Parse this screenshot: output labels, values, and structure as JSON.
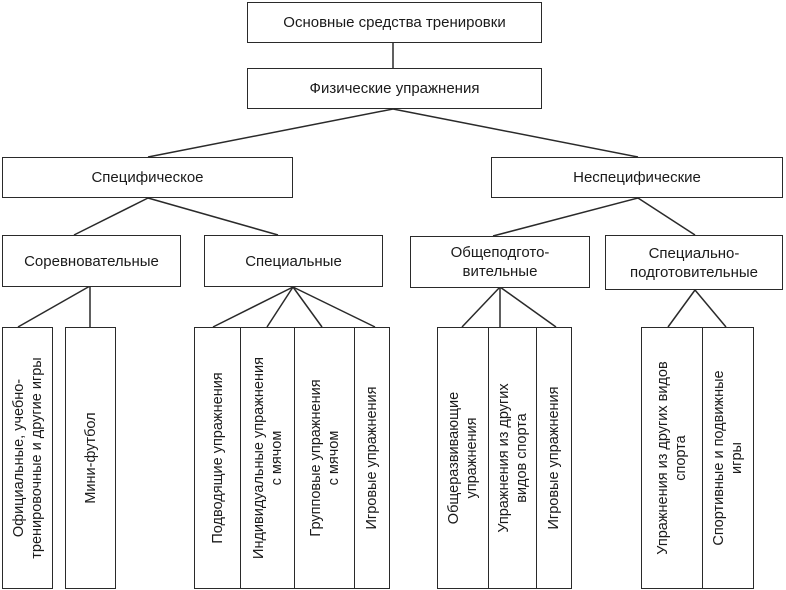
{
  "root": {
    "label": "Основные средства тренировки"
  },
  "level1": {
    "label": "Физические упражнения"
  },
  "level2": [
    {
      "label": "Специфическое"
    },
    {
      "label": "Неспецифические"
    }
  ],
  "level3": [
    {
      "label": "Соревновательные",
      "parent": "Специфическое"
    },
    {
      "label": "Специальные",
      "parent": "Специфическое"
    },
    {
      "label": "Общеподгото-\nвительные",
      "parent": "Неспецифические"
    },
    {
      "label": "Специально-\nподготовительные",
      "parent": "Неспецифические"
    }
  ],
  "leaves": [
    {
      "label": "Официальные, учебно-\nтренировочные и другие игры",
      "parent": "Соревновательные"
    },
    {
      "label": "Мини-футбол",
      "parent": "Соревновательные"
    },
    {
      "label": "Подводящие упражнения",
      "parent": "Специальные"
    },
    {
      "label": "Индивидуальные упражнения\nс мячом",
      "parent": "Специальные"
    },
    {
      "label": "Групповые упражнения\nс мячом",
      "parent": "Специальные"
    },
    {
      "label": "Игровые упражнения",
      "parent": "Специальные"
    },
    {
      "label": "Общеразвивающие\nупражнения",
      "parent": "Общеподготовительные"
    },
    {
      "label": "Упражнения из других\nвидов спорта",
      "parent": "Общеподготовительные"
    },
    {
      "label": "Игровые упражнения",
      "parent": "Общеподготовительные"
    },
    {
      "label": "Упражнения из других видов\nспорта",
      "parent": "Специально-подготовительные"
    },
    {
      "label": "Спортивные и подвижные\nигры",
      "parent": "Специально-подготовительные"
    }
  ]
}
